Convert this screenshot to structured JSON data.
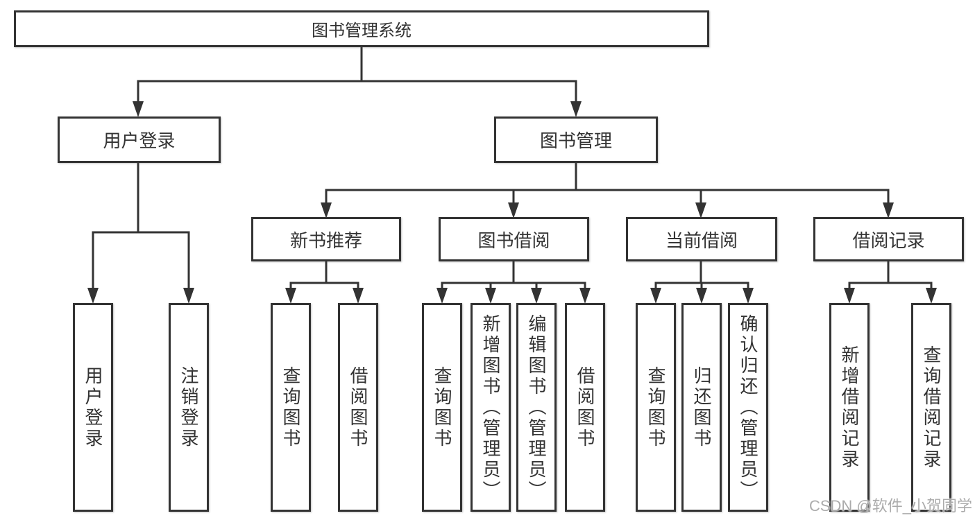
{
  "root": {
    "label": "图书管理系统"
  },
  "level1": {
    "user_login": {
      "label": "用户登录"
    },
    "book_mgmt": {
      "label": "图书管理"
    }
  },
  "level2": {
    "new_books": {
      "label": "新书推荐"
    },
    "book_borrow": {
      "label": "图书借阅"
    },
    "current_borrow": {
      "label": "当前借阅"
    },
    "borrow_records": {
      "label": "借阅记录"
    }
  },
  "leaves": {
    "user_login": {
      "login": "用户登录",
      "logout": "注销登录"
    },
    "new_books": {
      "query": "查询图书",
      "borrow": "借阅图书"
    },
    "book_borrow": {
      "query": "查询图书",
      "add": "新增图书（管理员）",
      "edit": "编辑图书（管理员）",
      "borrow": "借阅图书"
    },
    "current_borrow": {
      "query": "查询图书",
      "return": "归还图书",
      "confirm": "确认归还（管理员）"
    },
    "borrow_records": {
      "add": "新增借阅记录",
      "query": "查询借阅记录"
    }
  },
  "watermark": {
    "text": "CSDN @软件_小贺同学"
  },
  "colors": {
    "line": "#333333",
    "box_border": "#333333",
    "text": "#333333",
    "watermark": "#ababab",
    "background": "#ffffff"
  }
}
